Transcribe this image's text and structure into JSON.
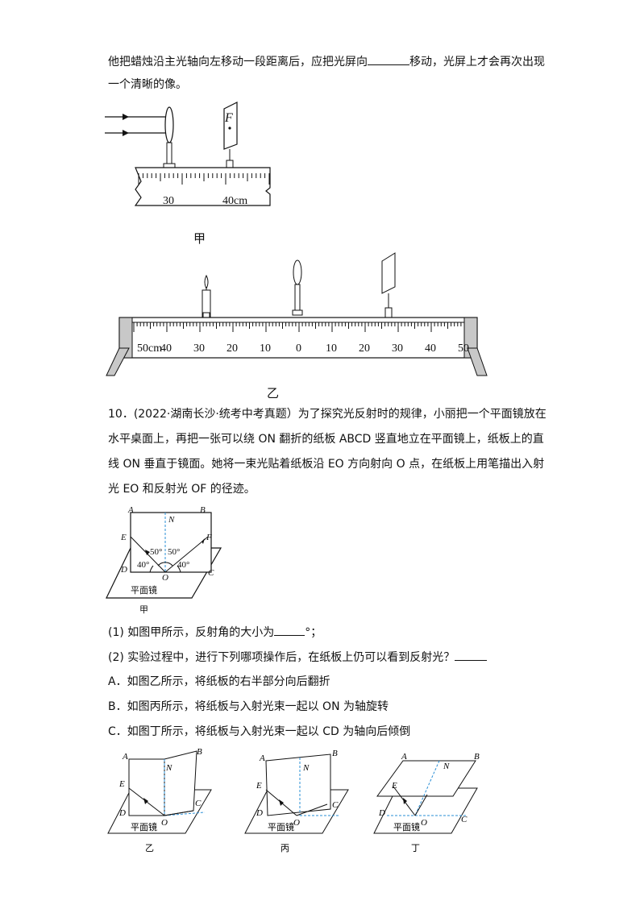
{
  "intro": {
    "line1_a": "他把蜡烛沿主光轴向左移动一段距离后，应把光屏向",
    "line1_b": "移动，光屏上才会再次出现",
    "line2": "一个清晰的像。"
  },
  "fig_jia_top": {
    "f_label": "F",
    "tick_30": "30",
    "tick_40": "40cm",
    "caption": "甲"
  },
  "fig_yi_top": {
    "scale_labels": [
      "50cm",
      "40",
      "30",
      "20",
      "10",
      "0",
      "10",
      "20",
      "30",
      "40",
      "50"
    ],
    "caption": "乙"
  },
  "question10": {
    "line1": "10．(2022·湖南长沙·统考中考真题）为了探究光反射时的规律，小丽把一个平面镜放在",
    "line2": "水平桌面上，再把一张可以绕 ON 翻折的纸板 ABCD 竖直地立在平面镜上，纸板上的直",
    "line3": "线 ON 垂直于镜面。她将一束光贴着纸板沿 EO 方向射向 O 点，在纸板上用笔描出入射",
    "line4": "光 EO 和反射光 OF 的径迹。"
  },
  "fig_q10_jia": {
    "labels": [
      "A",
      "B",
      "N",
      "E",
      "F",
      "D",
      "O",
      "C",
      "50°",
      "50°",
      "40°",
      "40°"
    ],
    "mirror": "平面镜",
    "caption": "甲"
  },
  "sub1": {
    "text_a": "(1) 如图甲所示，反射角的大小为",
    "text_b": "°；"
  },
  "sub2": {
    "text": "(2) 实验过程中，进行下列哪项操作后，在纸板上仍可以看到反射光？"
  },
  "options": {
    "A": "A．如图乙所示，将纸板的右半部分向后翻折",
    "B": "B．如图丙所示，将纸板与入射光束一起以 ON 为轴旋转",
    "C": "C．如图丁所示，将纸板与入射光束一起以 CD 为轴向后倾倒"
  },
  "bottom_figs": {
    "mirror": "平面镜",
    "captions": [
      "乙",
      "丙",
      "丁"
    ],
    "letters": [
      "A",
      "B",
      "N",
      "E",
      "D",
      "O",
      "C"
    ]
  }
}
